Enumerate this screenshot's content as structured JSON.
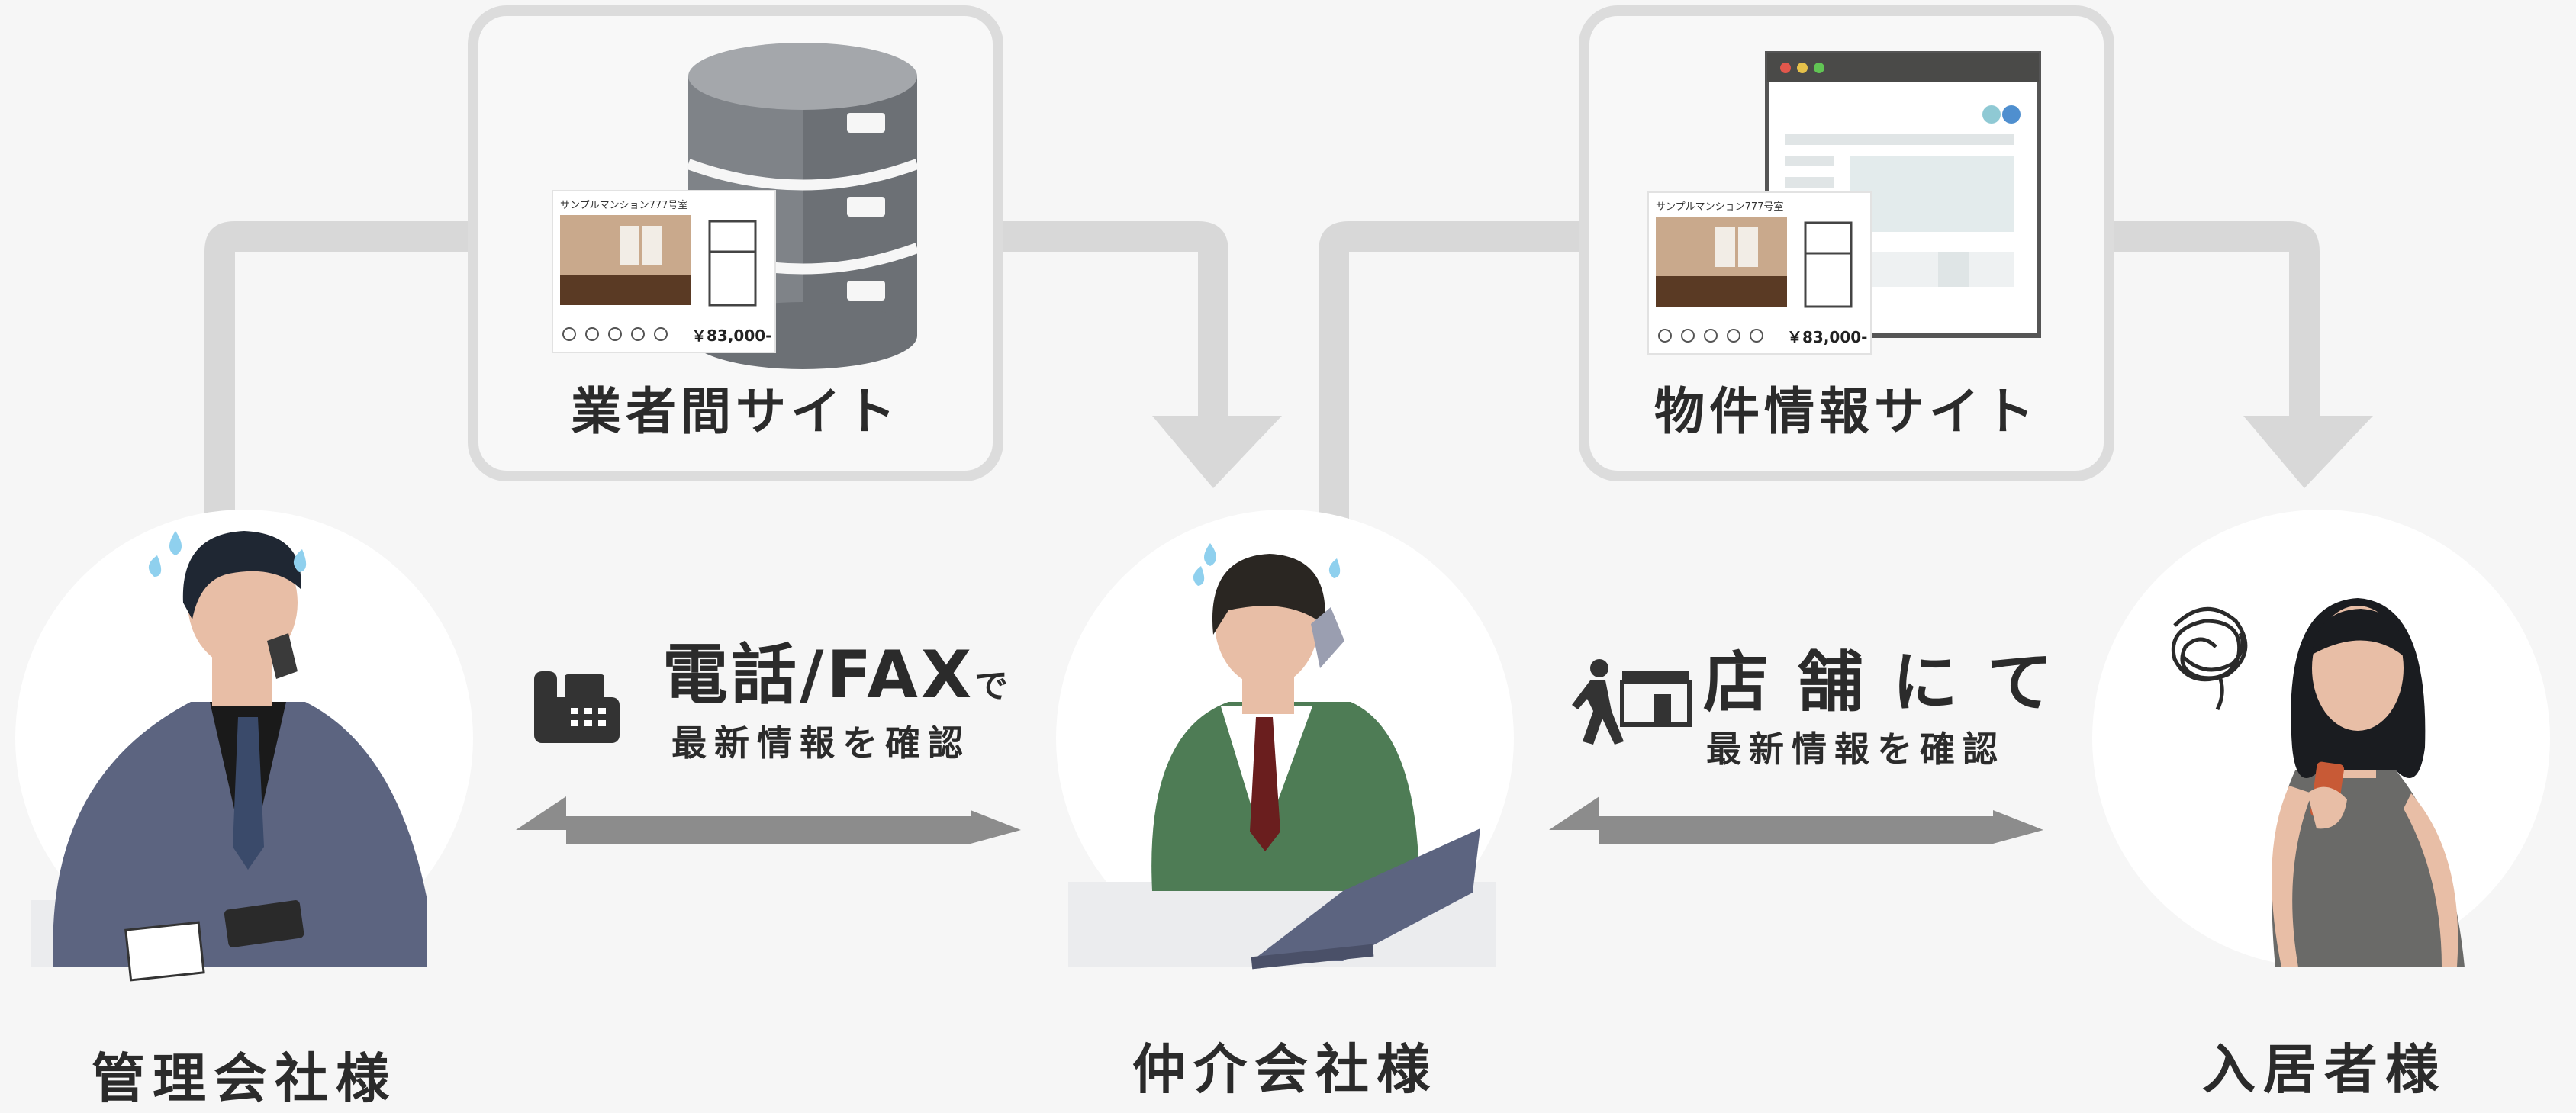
{
  "sites": {
    "b2b": {
      "title": "業者間サイト"
    },
    "property": {
      "title": "物件情報サイト"
    }
  },
  "card": {
    "name": "サンプルマンション777号室",
    "price": "￥83,000-"
  },
  "roles": {
    "manager": "管理会社様",
    "broker": "仲介会社様",
    "tenant": "入居者様"
  },
  "channels": {
    "phone": {
      "main": "電話/FAX",
      "suffix": "で",
      "sub": "最新情報を確認"
    },
    "store": {
      "main": "店 舗 に て",
      "sub": "最新情報を確認"
    }
  },
  "colors": {
    "background": "#f6f6f6",
    "flow_arrow": "#d8d8d8",
    "exchange_arrow": "#8c8c8c",
    "text": "#2b2b2b"
  },
  "icons": [
    "database-icon",
    "browser-window-icon",
    "fax-phone-icon",
    "walking-to-store-icon",
    "worry-sweat-icon",
    "confused-scribble-icon"
  ]
}
